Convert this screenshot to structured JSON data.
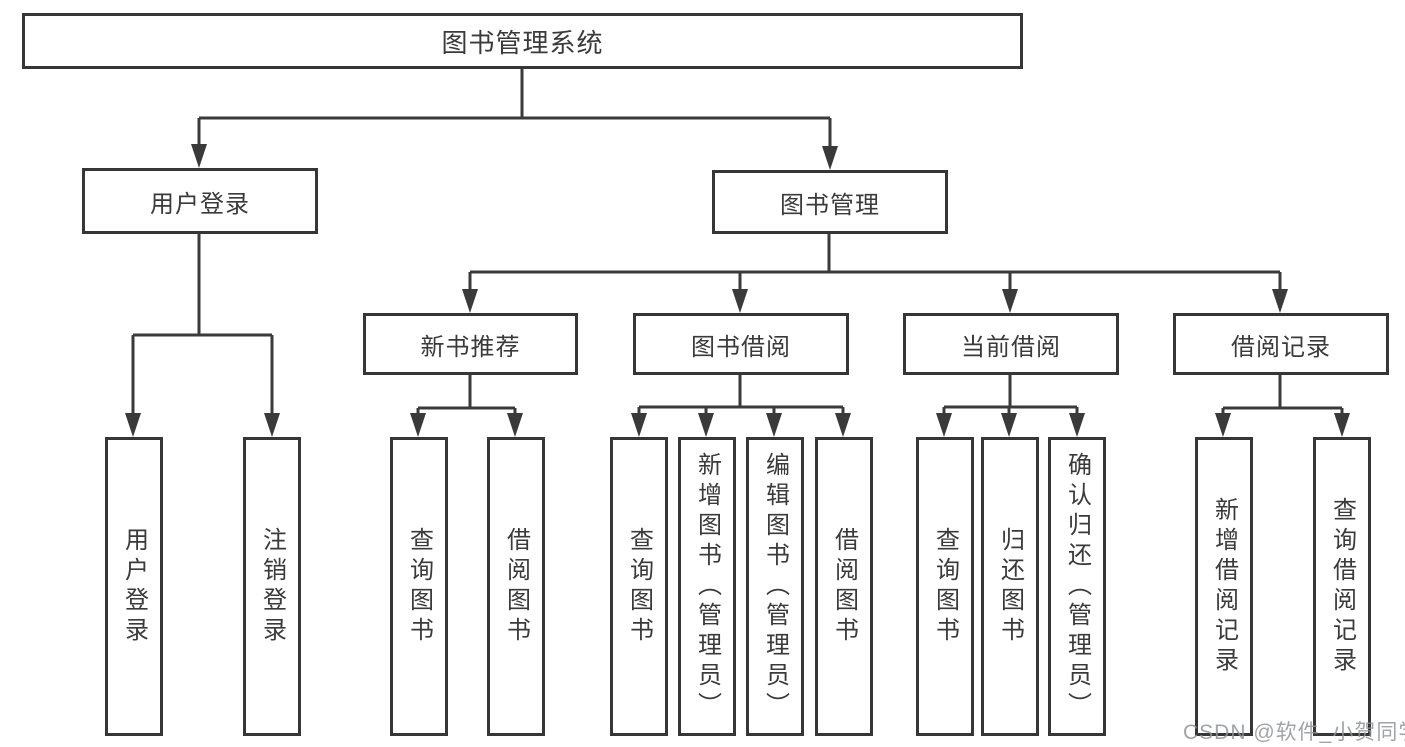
{
  "diagram": {
    "title": "图书管理系统",
    "type": "hierarchy-chart",
    "colors": {
      "background": "#ffffff",
      "line": "#3a3a3a",
      "border": "#363636",
      "text": "#3a3a3a",
      "watermark": "#919498"
    },
    "watermark": "CSDN @软件_小贺同学",
    "tree": {
      "label": "图书管理系统",
      "children": [
        {
          "label": "用户登录",
          "children": [
            {
              "label": "用户登录"
            },
            {
              "label": "注销登录"
            }
          ]
        },
        {
          "label": "图书管理",
          "children": [
            {
              "label": "新书推荐",
              "children": [
                {
                  "label": "查询图书"
                },
                {
                  "label": "借阅图书"
                }
              ]
            },
            {
              "label": "图书借阅",
              "children": [
                {
                  "label": "查询图书"
                },
                {
                  "label": "新增图书（管理员）"
                },
                {
                  "label": "编辑图书（管理员）"
                },
                {
                  "label": "借阅图书"
                }
              ]
            },
            {
              "label": "当前借阅",
              "children": [
                {
                  "label": "查询图书"
                },
                {
                  "label": "归还图书"
                },
                {
                  "label": "确认归还（管理员）"
                }
              ]
            },
            {
              "label": "借阅记录",
              "children": [
                {
                  "label": "新增借阅记录"
                },
                {
                  "label": "查询借阅记录"
                }
              ]
            }
          ]
        }
      ]
    }
  }
}
